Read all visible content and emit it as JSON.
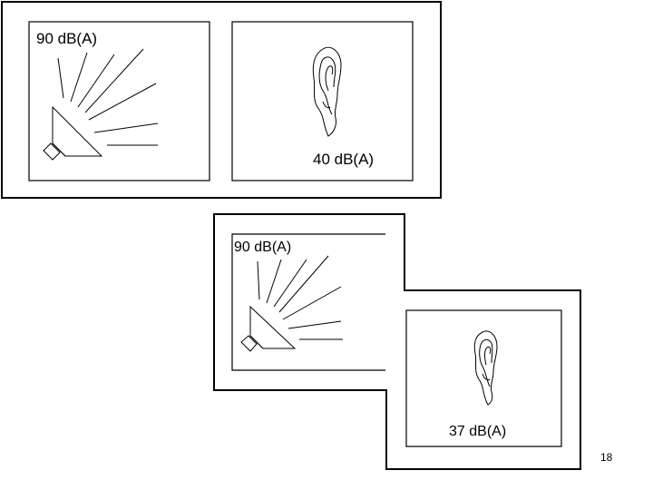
{
  "upper_figure": {
    "source_level": "90 dB(A)",
    "receiver_level": "40 dB(A)"
  },
  "lower_figure": {
    "source_level": "90 dB(A)",
    "receiver_level": "37 dB(A)"
  },
  "page_number": "18"
}
